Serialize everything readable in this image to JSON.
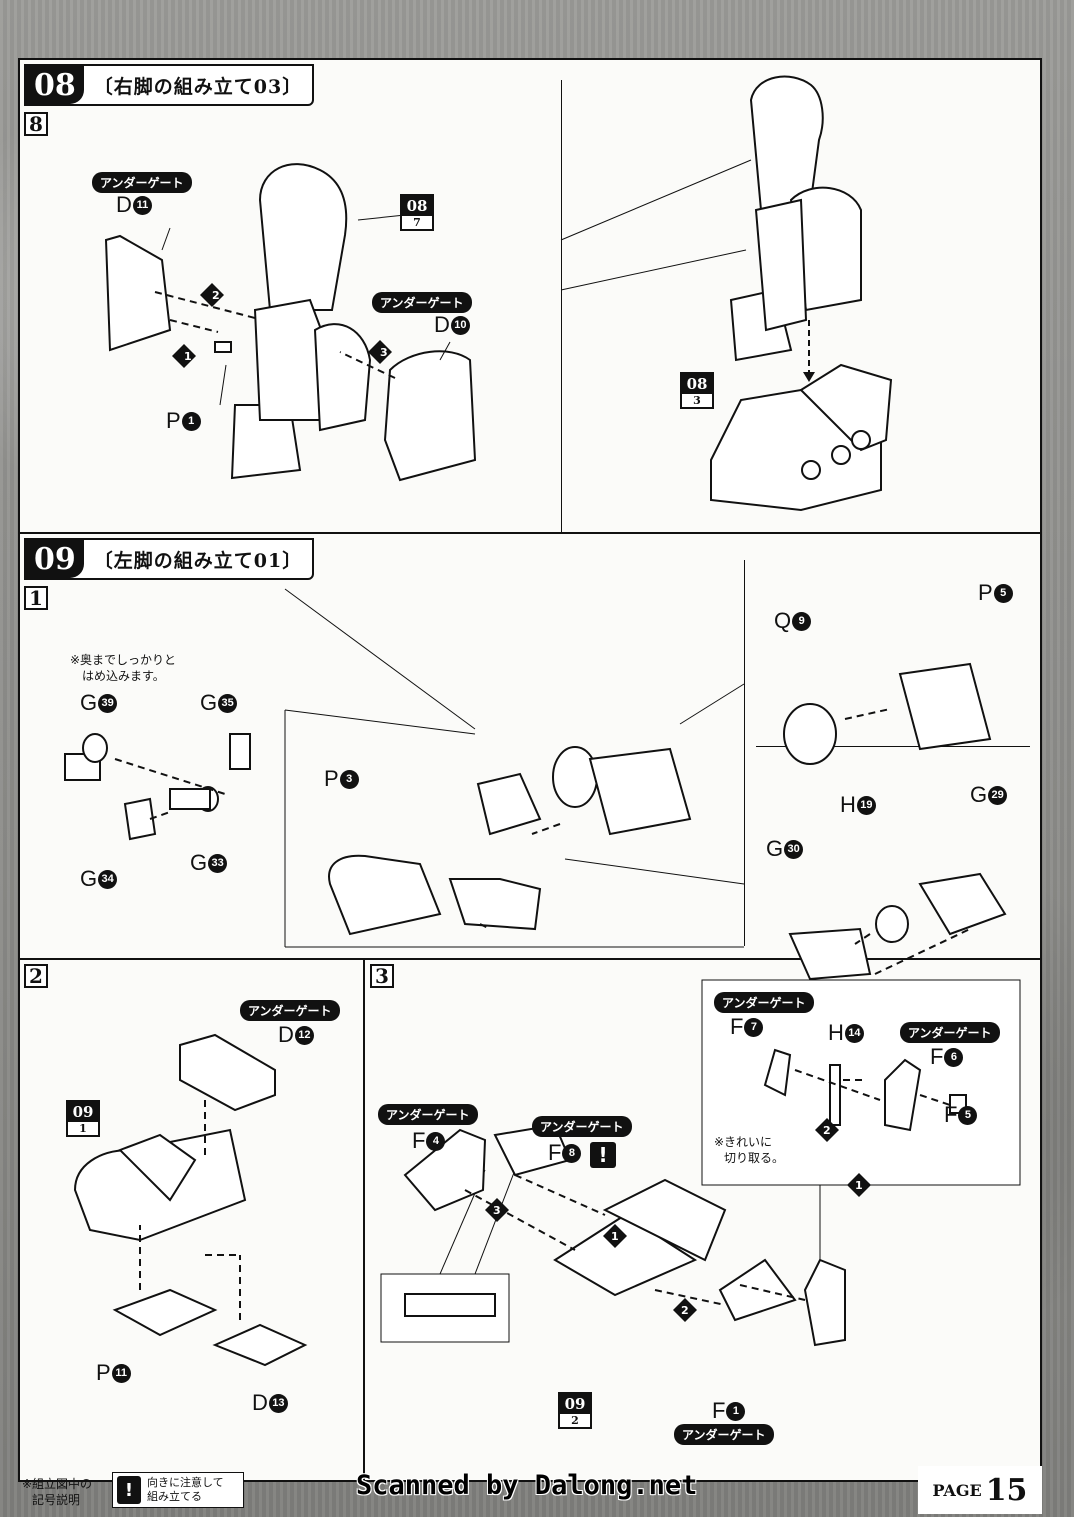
{
  "sec08": {
    "num": "08",
    "title": "〔右脚の組み立て03〕",
    "step": "8"
  },
  "sec09": {
    "num": "09",
    "title": "〔左脚の組み立て01〕",
    "step1": "1",
    "step2": "2",
    "step3": "3"
  },
  "gate_label": "アンダーゲート",
  "p8": {
    "d11": "D",
    "d11n": "11",
    "d10": "D",
    "d10n": "10",
    "p1": "P",
    "p1n": "1",
    "ref_top": "08",
    "ref_bot": "7",
    "ref2_top": "08",
    "ref2_bot": "3"
  },
  "p1": {
    "note_line1": "※奥までしっかりと",
    "note_line2": "はめ込みます。",
    "g39": "G",
    "g39n": "39",
    "g35": "G",
    "g35n": "35",
    "g34": "G",
    "g34n": "34",
    "g33": "G",
    "g33n": "33",
    "p3": "P",
    "p3n": "3",
    "q9": "Q",
    "q9n": "9",
    "p5": "P",
    "p5n": "5",
    "h19": "H",
    "h19n": "19",
    "g29": "G",
    "g29n": "29",
    "g30": "G",
    "g30n": "30"
  },
  "p2": {
    "d12": "D",
    "d12n": "12",
    "p11": "P",
    "p11n": "11",
    "d13": "D",
    "d13n": "13",
    "ref_top": "09",
    "ref_bot": "1"
  },
  "p3": {
    "f4": "F",
    "f4n": "4",
    "f8": "F",
    "f8n": "8",
    "f1": "F",
    "f1n": "1",
    "f7": "F",
    "f7n": "7",
    "h14": "H",
    "h14n": "14",
    "f6": "F",
    "f6n": "6",
    "f5": "F",
    "f5n": "5",
    "cut_line1": "※きれいに",
    "cut_line2": "切り取る。",
    "ref_top": "09",
    "ref_bot": "2"
  },
  "footer": {
    "legend_line1": "※組立図中の",
    "legend_line2": "記号説明",
    "caution_line1": "向きに注意して",
    "caution_line2": "組み立てる",
    "scan_credit": "Scanned by Dalong.net",
    "page_label": "PAGE",
    "page_num": "15"
  }
}
